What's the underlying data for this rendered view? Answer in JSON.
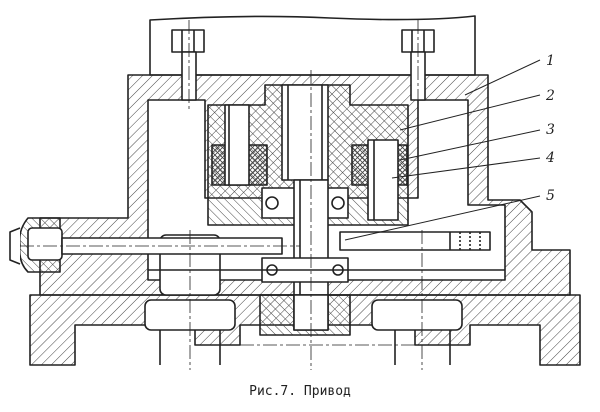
{
  "figure": {
    "caption": "Рис.7. Привод"
  },
  "callouts": [
    {
      "label": "1"
    },
    {
      "label": "2"
    },
    {
      "label": "3"
    },
    {
      "label": "4"
    },
    {
      "label": "5"
    }
  ],
  "colors": {
    "ink": "#222222",
    "paper": "#ffffff",
    "hatch": "#444444"
  }
}
